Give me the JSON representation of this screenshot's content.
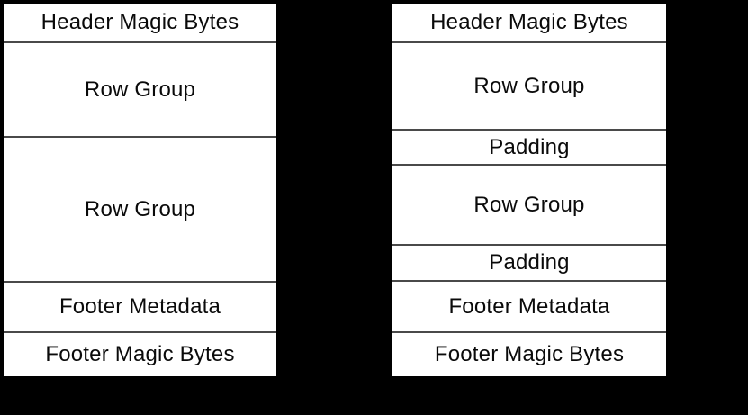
{
  "colors": {
    "background": "#000000",
    "cell_fill": "#ffffff",
    "divider": "#4a4a4a",
    "text": "#0a0a0a"
  },
  "diagrams": [
    {
      "id": "file-layout-left",
      "sections": [
        {
          "label": "Header Magic Bytes",
          "height": 44
        },
        {
          "label": "Row Group",
          "height": 105
        },
        {
          "label": "Row Group",
          "height": 161
        },
        {
          "label": "Footer Metadata",
          "height": 56
        },
        {
          "label": "Footer Magic Bytes",
          "height": 48
        }
      ]
    },
    {
      "id": "file-layout-right",
      "sections": [
        {
          "label": "Header Magic Bytes",
          "height": 44
        },
        {
          "label": "Row Group",
          "height": 97
        },
        {
          "label": "Padding",
          "height": 39
        },
        {
          "label": "Row Group",
          "height": 89
        },
        {
          "label": "Padding",
          "height": 40
        },
        {
          "label": "Footer Metadata",
          "height": 57
        },
        {
          "label": "Footer Magic Bytes",
          "height": 48
        }
      ]
    }
  ]
}
